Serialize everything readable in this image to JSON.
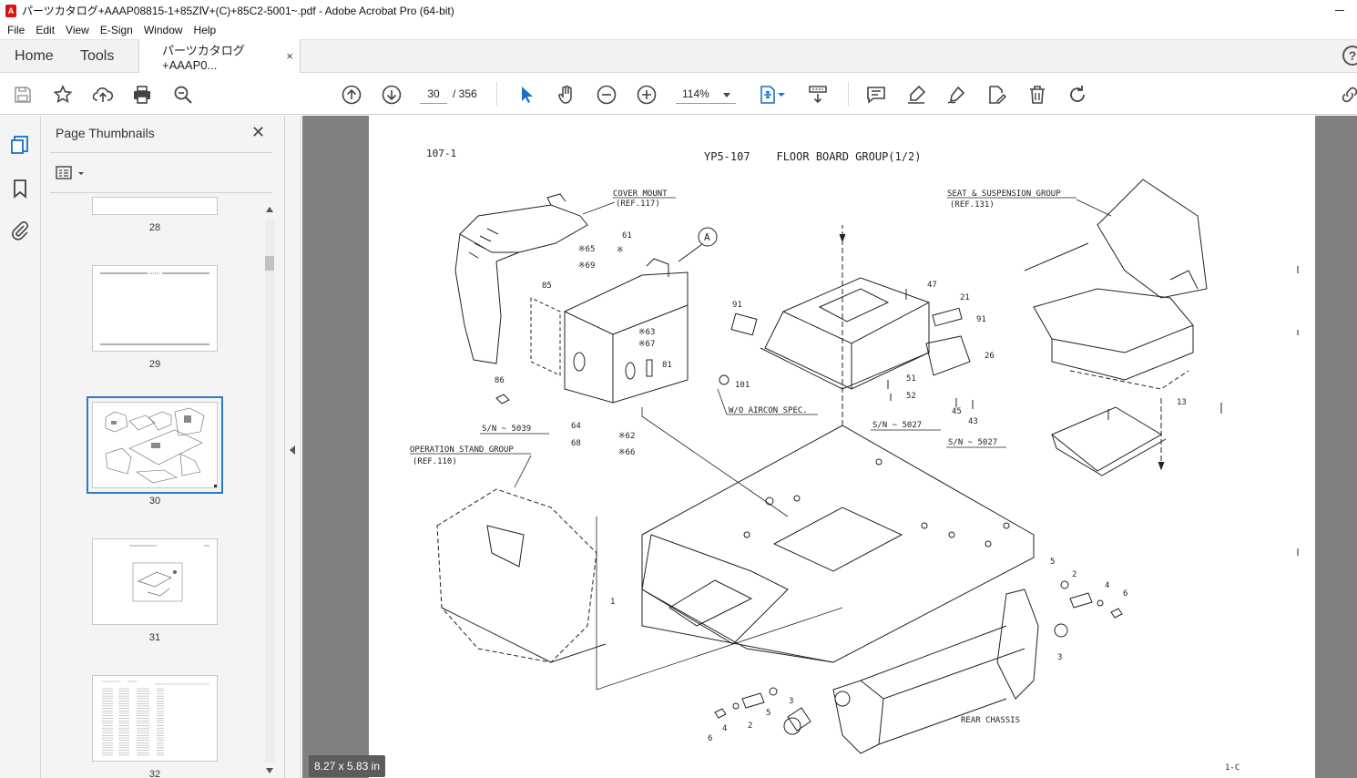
{
  "window": {
    "title": "パーツカタログ+AAAP08815-1+85ZⅣ+(C)+85C2-5001~.pdf - Adobe Acrobat Pro (64-bit)"
  },
  "menu": [
    "File",
    "Edit",
    "View",
    "E-Sign",
    "Window",
    "Help"
  ],
  "tabs": {
    "home": "Home",
    "tools": "Tools",
    "document": "パーツカタログ+AAAP0...",
    "close": "×",
    "help": "?"
  },
  "toolbar": {
    "page_current": "30",
    "page_total": "/ 356",
    "zoom": "114%"
  },
  "panel": {
    "title": "Page Thumbnails",
    "close": "✕",
    "thumbnails": [
      {
        "label": "28"
      },
      {
        "label": "29"
      },
      {
        "label": "30",
        "selected": true
      },
      {
        "label": "31"
      },
      {
        "label": "32"
      }
    ]
  },
  "status": {
    "page_size": "8.27 x 5.83 in"
  },
  "drawing": {
    "page_ref": "107-1",
    "heading": "YP5-107    FLOOR BOARD GROUP(1/2)",
    "footer": "1-C",
    "callouts": {
      "cover_mount": "COVER MOUNT",
      "cover_mount_ref": "(REF.117)",
      "seat_group": "SEAT & SUSPENSION GROUP",
      "seat_group_ref": "(REF.131)",
      "operation_stand": "OPERATION STAND GROUP",
      "operation_stand_ref": "(REF.110)",
      "wo_aircon": "W/O AIRCON SPEC.",
      "sn_5039": "S/N ~ 5039",
      "sn_5027_a": "S/N ~ 5027",
      "sn_5027_b": "S/N ~ 5027",
      "rear_chassis": "REAR CHASSIS",
      "circle_a": "A"
    },
    "part_numbers": {
      "p61": "61",
      "p65": "※65",
      "p69": "※69",
      "p85": "85",
      "p63": "※63",
      "p67": "※67",
      "p81": "81",
      "p101": "101",
      "p86": "86",
      "p64": "64",
      "p68": "68",
      "p62": "※62",
      "p66": "※66",
      "p91a": "91",
      "p91b": "91",
      "p47": "47",
      "p21": "21",
      "p26": "26",
      "p51": "51",
      "p52": "52",
      "p45": "45",
      "p43": "43",
      "p13": "13",
      "p1": "1",
      "p5a": "5",
      "p2a": "2",
      "p4a": "4",
      "p6a": "6",
      "p3a": "3",
      "p3b": "3",
      "p5b": "5",
      "p2b": "2",
      "p4b": "4",
      "p6b": "6",
      "star": "※"
    }
  }
}
